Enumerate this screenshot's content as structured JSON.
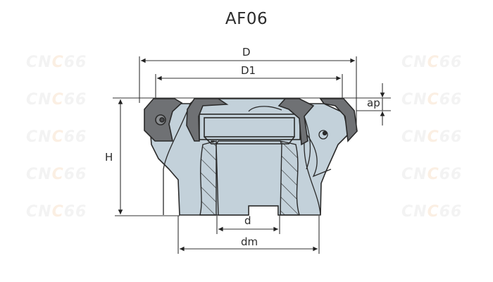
{
  "title": "AF06",
  "watermark": {
    "text_a": "CN",
    "text_b": "C",
    "text_c": "66",
    "columns_x": [
      37,
      170,
      303,
      436,
      570
    ],
    "rows_y": [
      88,
      141,
      194,
      247,
      300
    ]
  },
  "dimensions": {
    "D": "D",
    "D1": "D1",
    "ap": "ap",
    "H": "H",
    "d": "d",
    "dm": "dm"
  },
  "colors": {
    "body_fill": "#c3d1da",
    "insert_fill": "#6f7174",
    "line": "#2a2a2a",
    "hatch": "#2a2a2a",
    "dim_line": "#333333"
  }
}
